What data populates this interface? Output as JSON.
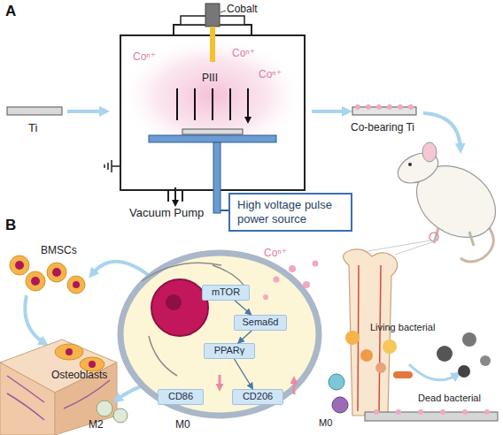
{
  "diagram": {
    "nodes": [
      {
        "text": [
          "High voltage pulse power source"
        ]
      },
      {
        "text": [
          "mTOR"
        ]
      },
      {
        "text": [
          "Sema6d"
        ]
      },
      {
        "text": [
          "PPARγ"
        ]
      },
      {
        "text": [
          "CD86"
        ]
      },
      {
        "text": [
          "CD206"
        ]
      }
    ],
    "edges": [
      {
        "from": 1,
        "to": 2,
        "arrow": "to"
      },
      {
        "from": 2,
        "to": 3,
        "arrow": "to"
      },
      {
        "from": 3,
        "to": 5,
        "arrow": "to"
      }
    ],
    "labels": [
      "A",
      "Cobalt",
      "Coⁿ⁺",
      "PIII",
      "Coⁿ⁺",
      "Coⁿ⁺",
      "Ti",
      "Vacuum Pump",
      "Co-bearing Ti",
      "B",
      "BMSCs",
      "Coⁿ⁺",
      "Osteoblasts",
      "Living bacterial",
      "Dead bacterial",
      "M2",
      "M0",
      "M0"
    ]
  }
}
